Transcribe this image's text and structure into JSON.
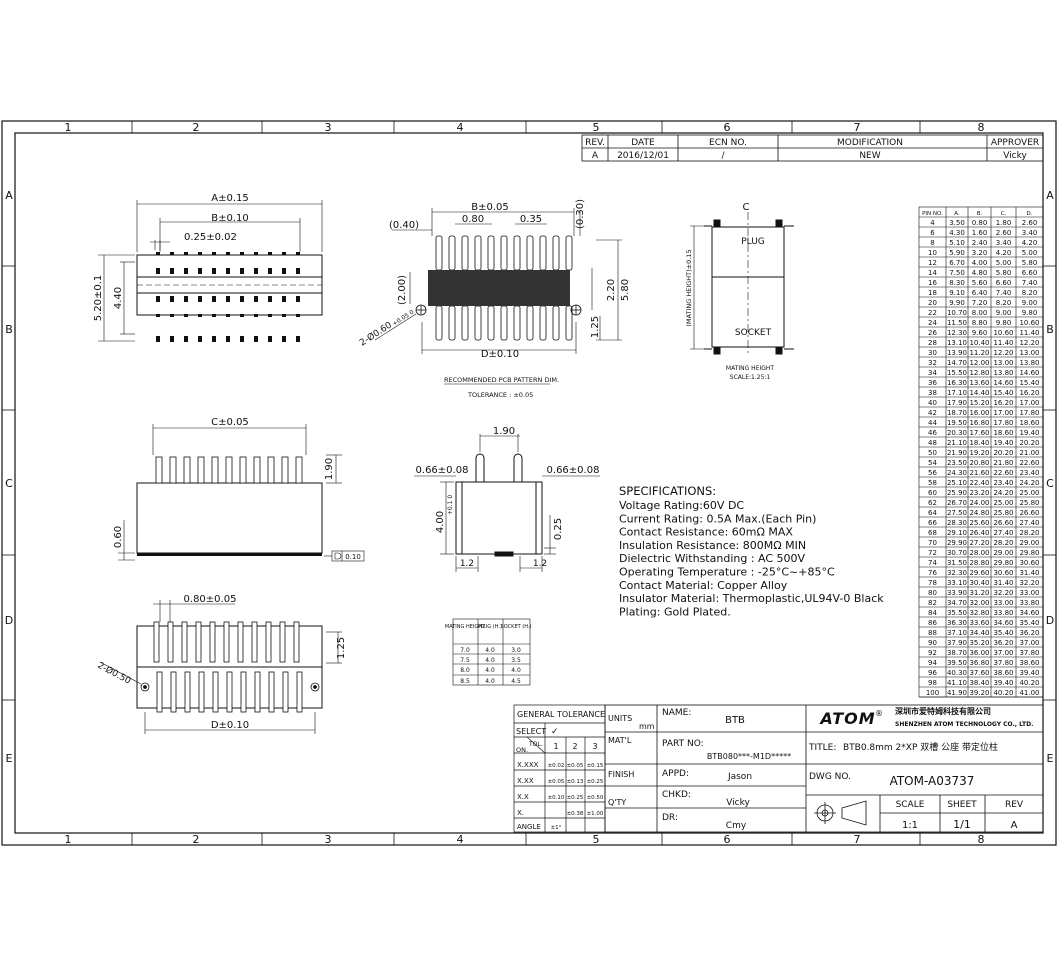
{
  "frame": {
    "col_numbers": [
      "1",
      "2",
      "3",
      "4",
      "5",
      "6",
      "7",
      "8"
    ],
    "row_letters": [
      "A",
      "B",
      "C",
      "D",
      "E"
    ]
  },
  "revision": {
    "headers": [
      "REV.",
      "DATE",
      "ECN NO.",
      "MODIFICATION",
      "APPROVER"
    ],
    "row": [
      "A",
      "2016/12/01",
      "/",
      "NEW",
      "Vicky"
    ]
  },
  "top_view": {
    "dim_a": "A±0.15",
    "dim_b": "B±0.10",
    "pitch": "0.25±0.02",
    "height_outer": "5.20±0.1",
    "height_inner": "4.40"
  },
  "pcb_pattern": {
    "dim_b": "B±0.05",
    "d_040": "(0.40)",
    "d_080": "0.80",
    "d_035": "0.35",
    "d_030": "(0.30)",
    "d_200": "(2.00)",
    "d_220": "2.20",
    "d_580": "5.80",
    "d_125": "1.25",
    "hole": "2-Ø0.60",
    "hole_tol": "+0.05 0",
    "dim_d": "D±0.10",
    "caption": "RECOMMENDED PCB PATTERN DIM.",
    "tolerance": "TOLERANCE : ±0.05"
  },
  "mating_view": {
    "centerline": "C",
    "plug": "PLUG",
    "socket": "SOCKET",
    "height_label": "(MATING HEIGHT)±0.15",
    "caption": "MATING HEIGHT",
    "scale": "SCALE:1.25:1"
  },
  "side_view": {
    "dim_c": "C±0.05",
    "d_190": "1.90",
    "d_060": "0.60",
    "flatness": "0.10"
  },
  "end_view": {
    "d_190": "1.90",
    "left": "0.66±0.08",
    "right": "0.66±0.08",
    "height": "4.00",
    "height_tol": "+0.1 0",
    "d_025": "0.25",
    "d_12a": "1.2",
    "d_12b": "1.2"
  },
  "bottom_view": {
    "pitch": "0.80±0.05",
    "d_125": "1.25",
    "hole": "2-Ø0.50",
    "dim_d": "D±0.10"
  },
  "specs": {
    "title": "SPECIFICATIONS:",
    "lines": [
      "Voltage Rating:60V DC",
      "Current Rating: 0.5A Max.(Each Pin)",
      "Contact Resistance: 60mΩ MAX",
      "Insulation Resistance: 800MΩ MIN",
      "Dielectric Withstanding : AC 500V",
      "Operating Temperature : -25°C~+85°C",
      "Contact Material: Copper Alloy",
      "Insulator Material: Thermoplastic,UL94V-0 Black",
      "Plating: Gold Plated."
    ]
  },
  "mating_table": {
    "headers": [
      "MATING HEIGHT",
      "PLUG (H.)",
      "SOCKET (H.)"
    ],
    "rows": [
      [
        "7.0",
        "4.0",
        "3.0"
      ],
      [
        "7.5",
        "4.0",
        "3.5"
      ],
      [
        "8.0",
        "4.0",
        "4.0"
      ],
      [
        "8.5",
        "4.0",
        "4.5"
      ]
    ]
  },
  "pin_table": {
    "headers": [
      "PIN NO.",
      "A.",
      "B.",
      "C.",
      "D."
    ],
    "rows": [
      [
        "4",
        "3.50",
        "0.80",
        "1.80",
        "2.60"
      ],
      [
        "6",
        "4.30",
        "1.60",
        "2.60",
        "3.40"
      ],
      [
        "8",
        "5.10",
        "2.40",
        "3.40",
        "4.20"
      ],
      [
        "10",
        "5.90",
        "3.20",
        "4.20",
        "5.00"
      ],
      [
        "12",
        "6.70",
        "4.00",
        "5.00",
        "5.80"
      ],
      [
        "14",
        "7.50",
        "4.80",
        "5.80",
        "6.60"
      ],
      [
        "16",
        "8.30",
        "5.60",
        "6.60",
        "7.40"
      ],
      [
        "18",
        "9.10",
        "6.40",
        "7.40",
        "8.20"
      ],
      [
        "20",
        "9.90",
        "7.20",
        "8.20",
        "9.00"
      ],
      [
        "22",
        "10.70",
        "8.00",
        "9.00",
        "9.80"
      ],
      [
        "24",
        "11.50",
        "8.80",
        "9.80",
        "10.60"
      ],
      [
        "26",
        "12.30",
        "9.60",
        "10.60",
        "11.40"
      ],
      [
        "28",
        "13.10",
        "10.40",
        "11.40",
        "12.20"
      ],
      [
        "30",
        "13.90",
        "11.20",
        "12.20",
        "13.00"
      ],
      [
        "32",
        "14.70",
        "12.00",
        "13.00",
        "13.80"
      ],
      [
        "34",
        "15.50",
        "12.80",
        "13.80",
        "14.60"
      ],
      [
        "36",
        "16.30",
        "13.60",
        "14.60",
        "15.40"
      ],
      [
        "38",
        "17.10",
        "14.40",
        "15.40",
        "16.20"
      ],
      [
        "40",
        "17.90",
        "15.20",
        "16.20",
        "17.00"
      ],
      [
        "42",
        "18.70",
        "16.00",
        "17.00",
        "17.80"
      ],
      [
        "44",
        "19.50",
        "16.80",
        "17.80",
        "18.60"
      ],
      [
        "46",
        "20.30",
        "17.60",
        "18.60",
        "19.40"
      ],
      [
        "48",
        "21.10",
        "18.40",
        "19.40",
        "20.20"
      ],
      [
        "50",
        "21.90",
        "19.20",
        "20.20",
        "21.00"
      ],
      [
        "54",
        "23.50",
        "20.80",
        "21.80",
        "22.60"
      ],
      [
        "56",
        "24.30",
        "21.60",
        "22.60",
        "23.40"
      ],
      [
        "58",
        "25.10",
        "22.40",
        "23.40",
        "24.20"
      ],
      [
        "60",
        "25.90",
        "23.20",
        "24.20",
        "25.00"
      ],
      [
        "62",
        "26.70",
        "24.00",
        "25.00",
        "25.80"
      ],
      [
        "64",
        "27.50",
        "24.80",
        "25.80",
        "26.60"
      ],
      [
        "66",
        "28.30",
        "25.60",
        "26.60",
        "27.40"
      ],
      [
        "68",
        "29.10",
        "26.40",
        "27.40",
        "28.20"
      ],
      [
        "70",
        "29.90",
        "27.20",
        "28.20",
        "29.00"
      ],
      [
        "72",
        "30.70",
        "28.00",
        "29.00",
        "29.80"
      ],
      [
        "74",
        "31.50",
        "28.80",
        "29.80",
        "30.60"
      ],
      [
        "76",
        "32.30",
        "29.60",
        "30.60",
        "31.40"
      ],
      [
        "78",
        "33.10",
        "30.40",
        "31.40",
        "32.20"
      ],
      [
        "80",
        "33.90",
        "31.20",
        "32.20",
        "33.00"
      ],
      [
        "82",
        "34.70",
        "32.00",
        "33.00",
        "33.80"
      ],
      [
        "84",
        "35.50",
        "32.80",
        "33.80",
        "34.60"
      ],
      [
        "86",
        "36.30",
        "33.60",
        "34.60",
        "35.40"
      ],
      [
        "88",
        "37.10",
        "34.40",
        "35.40",
        "36.20"
      ],
      [
        "90",
        "37.90",
        "35.20",
        "36.20",
        "37.00"
      ],
      [
        "92",
        "38.70",
        "36.00",
        "37.00",
        "37.80"
      ],
      [
        "94",
        "39.50",
        "36.80",
        "37.80",
        "38.60"
      ],
      [
        "96",
        "40.30",
        "37.60",
        "38.60",
        "39.40"
      ],
      [
        "98",
        "41.10",
        "38.40",
        "39.40",
        "40.20"
      ],
      [
        "100",
        "41.90",
        "39.20",
        "40.20",
        "41.00"
      ]
    ]
  },
  "tolerance_block": {
    "title": "GENERAL TOLERANCE",
    "select": "SELECT",
    "check": "✓",
    "tol": "TOL.",
    "on": "ON.",
    "cols": [
      "1",
      "2",
      "3"
    ],
    "rows": [
      [
        "X.XXX",
        "±0.02",
        "±0.05",
        "±0.15"
      ],
      [
        "X.XX",
        "±0.05",
        "±0.13",
        "±0.25"
      ],
      [
        "X.X",
        "±0.10",
        "±0.25",
        "±0.50"
      ],
      [
        "X.",
        "",
        "±0.38",
        "±1.00"
      ],
      [
        "ANGLE",
        "±1°",
        "",
        ""
      ]
    ]
  },
  "title_block": {
    "units": "UNITS",
    "mm": "mm",
    "matl": "MAT'L",
    "finish": "FINISH",
    "qty": "Q'TY",
    "name_label": "NAME:",
    "name": "BTB",
    "part_label": "PART NO:",
    "part": "BTB080***-M1D*****",
    "appd_label": "APPD:",
    "appd": "Jason",
    "chkd_label": "CHKD:",
    "chkd": "Vicky",
    "dr_label": "DR:",
    "dr": "Cmy",
    "logo": "ATOM",
    "reg": "®",
    "company_cn": "深圳市爱特姆科技有限公司",
    "company_en": "SHENZHEN ATOM TECHNOLOGY CO., LTD.",
    "title_label": "TITLE:",
    "title": "BTB0.8mm 2*XP 双槽 公座 带定位柱",
    "dwg_label": "DWG NO.",
    "dwg": "ATOM-A03737",
    "scale_label": "SCALE",
    "scale": "1:1",
    "sheet_label": "SHEET",
    "sheet": "1/1",
    "rev_label": "REV",
    "rev": "A"
  }
}
